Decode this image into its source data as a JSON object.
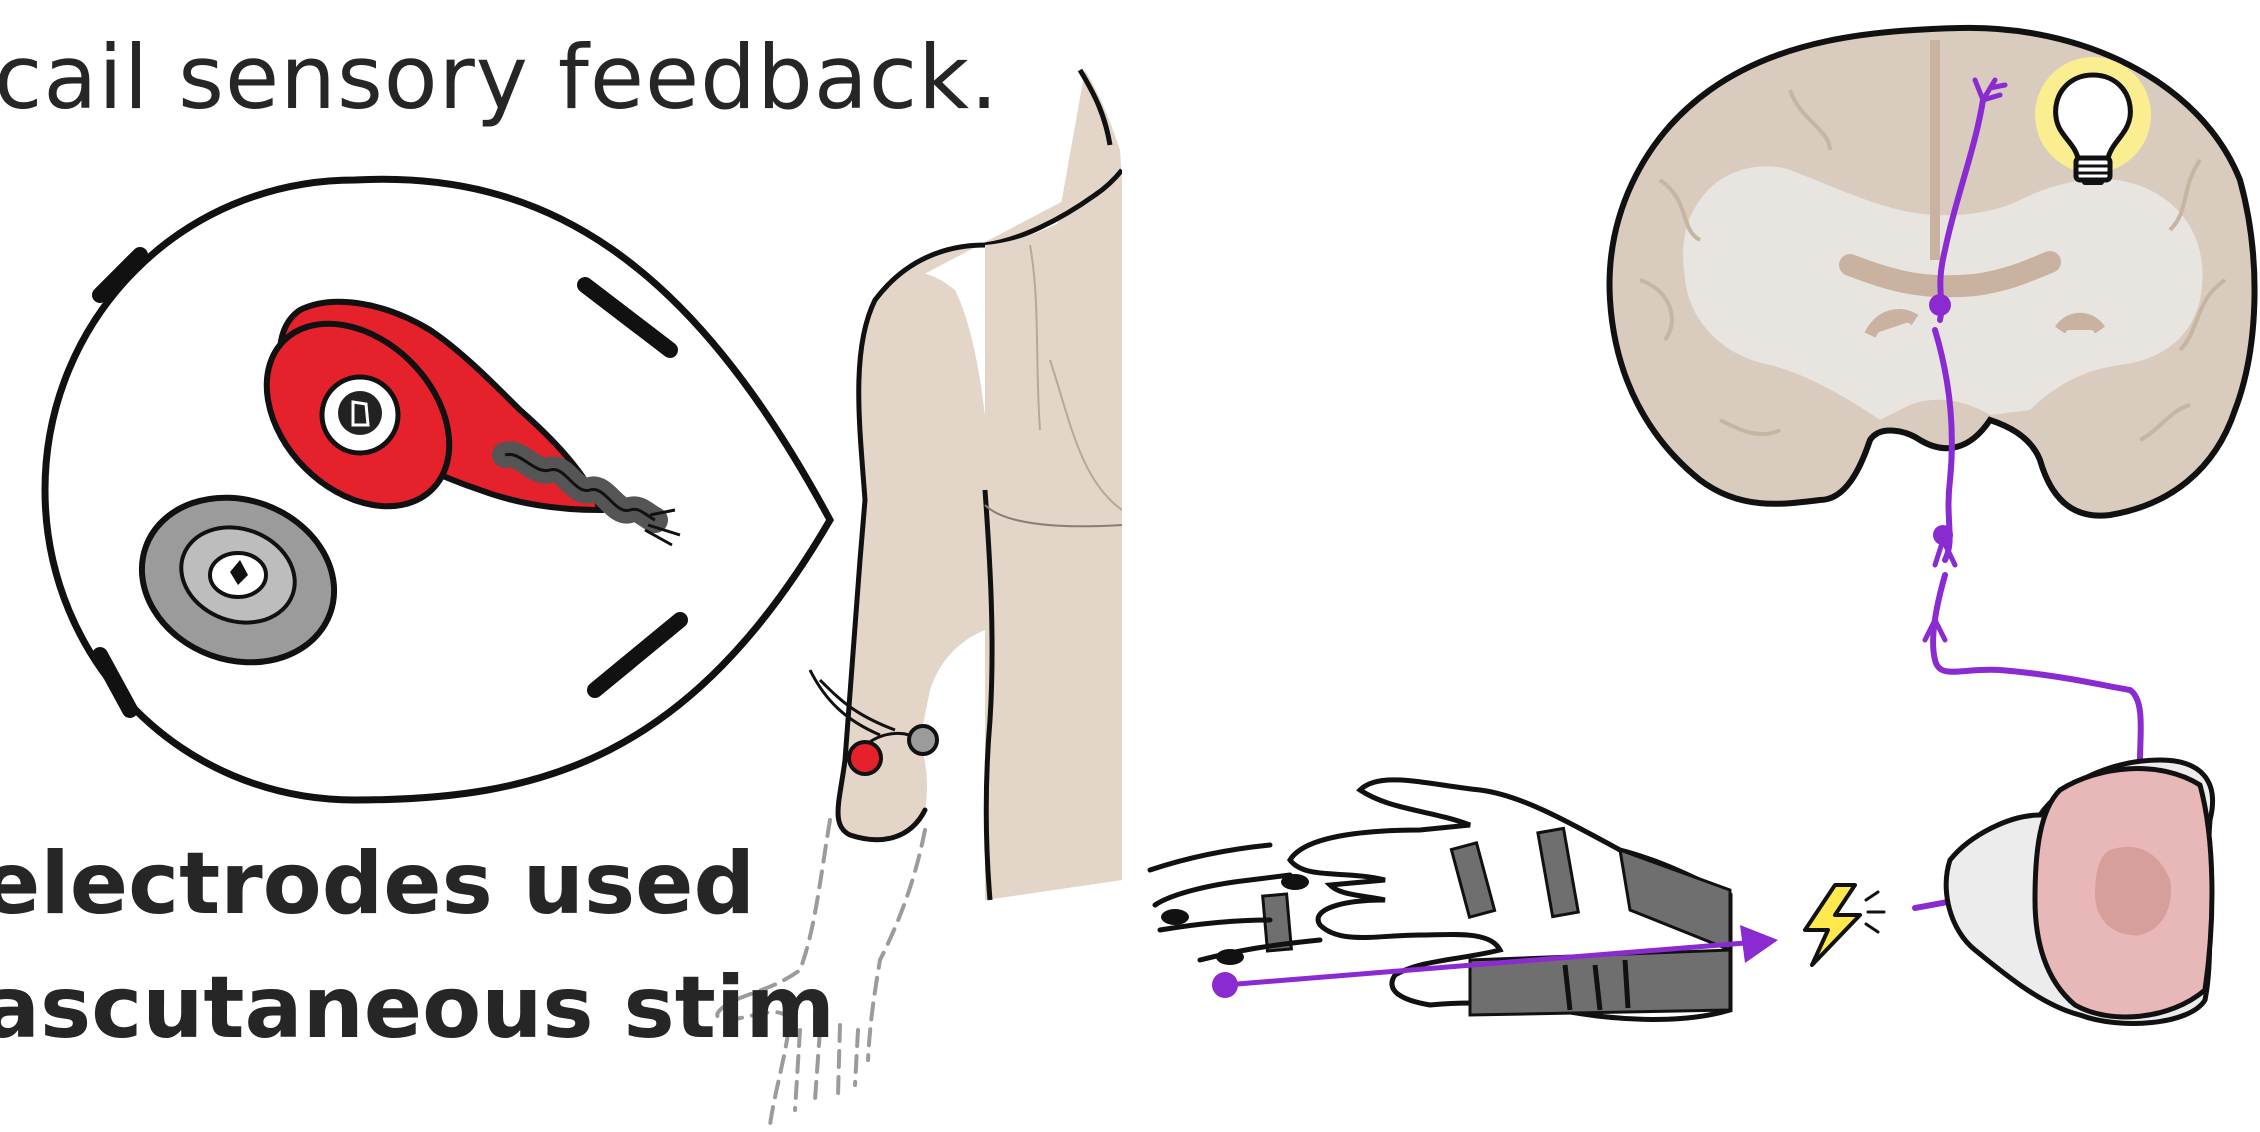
{
  "captions": {
    "top": "cail sensory feedback.",
    "bottom_line1": "electrodes used",
    "bottom_line2": "ascutaneous stim"
  },
  "colors": {
    "electrode_red": "#e5212b",
    "electrode_gray": "#9b9b9b",
    "skin": "#e3d5c8",
    "brain_tissue": "#d9cbbd",
    "brain_white": "#e8e4df",
    "nerve_purple": "#8a2bd2",
    "bulb_glow": "#fff58a",
    "spark_yellow": "#ffe94d",
    "receptor_pink": "#e8b7b7",
    "outline": "#111111"
  },
  "icons": {
    "bulb": "lightbulb-icon",
    "spark": "lightning-bolt-icon"
  }
}
